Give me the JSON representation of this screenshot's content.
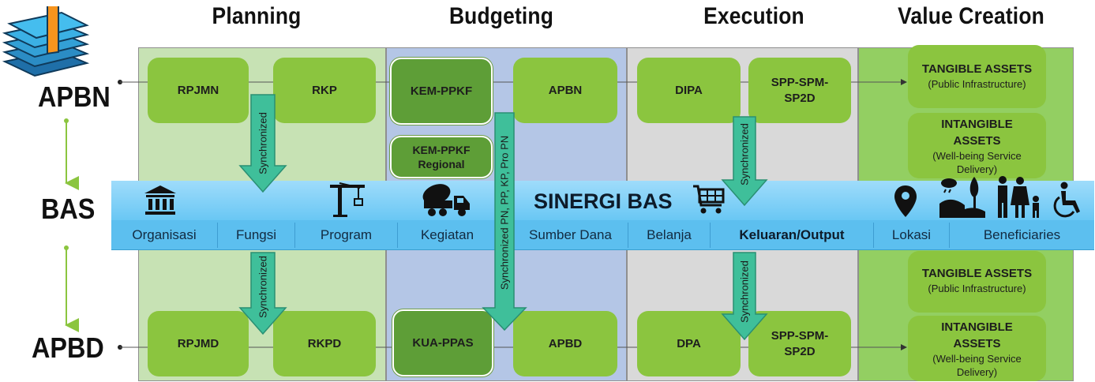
{
  "phases": [
    "Planning",
    "Budgeting",
    "Execution",
    "Value Creation"
  ],
  "rows": {
    "top": "APBN",
    "middle": "BAS",
    "bottom": "APBD"
  },
  "boxes": {
    "rpjmn": "RPJMN",
    "rkp": "RKP",
    "kem_ppkf": "KEM-PPKF",
    "apbn": "APBN",
    "dipa": "DIPA",
    "spp_top": "SPP-SPM-SP2D",
    "kem_ppkf_regional": "KEM-PPKF Regional",
    "rpjmd": "RPJMD",
    "rkpd": "RKPD",
    "kua_ppas": "KUA-PPAS",
    "apbd": "APBD",
    "dpa": "DPA",
    "spp_bottom": "SPP-SPM-SP2D"
  },
  "assets": {
    "tangible_title": "TANGIBLE ASSETS",
    "tangible_sub": "(Public Infrastructure)",
    "intangible_title": "INTANGIBLE ASSETS",
    "intangible_sub": "(Well-being Service Delivery)"
  },
  "band": {
    "title": "SINERGI BAS",
    "segments": [
      "Organisasi",
      "Fungsi",
      "Program",
      "Kegiatan",
      "Sumber Dana",
      "Belanja",
      "Keluaran/Output",
      "Lokasi",
      "Beneficiaries"
    ]
  },
  "sync": {
    "label": "Synchronized",
    "long_label": "Synchronized PN, PP, KP, Pro PN"
  },
  "icons": [
    "money-stack-icon",
    "bank-building-icon",
    "construction-crane-icon",
    "concrete-mixer-truck-icon",
    "shopping-cart-icon",
    "location-pin-icon",
    "landscape-icon",
    "family-icon",
    "wheelchair-icon"
  ],
  "colors": {
    "box_green": "#8bc53f",
    "box_dark_green": "#5e9e37",
    "planning_bg": "#c7e2b4",
    "budgeting_bg": "#b4c6e6",
    "execution_bg": "#d9d9d9",
    "value_bg": "#93cf62",
    "band_blue": "#5cbfef",
    "arrow_teal": "#3fbf9a"
  }
}
